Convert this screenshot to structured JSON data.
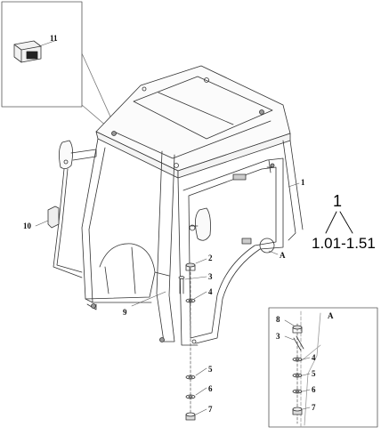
{
  "callouts": {
    "c1": "1",
    "c2": "2",
    "c3": "3",
    "c4": "4",
    "c5": "5",
    "c6": "6",
    "c7": "7",
    "c9": "9",
    "c10": "10",
    "c11": "11",
    "viewA": "A",
    "d8": "8",
    "d3": "3",
    "d4": "4",
    "d5": "5",
    "d6": "6",
    "d7": "7",
    "detailA": "A"
  },
  "assembly": {
    "number": "1",
    "range": "1.01-1.51"
  }
}
